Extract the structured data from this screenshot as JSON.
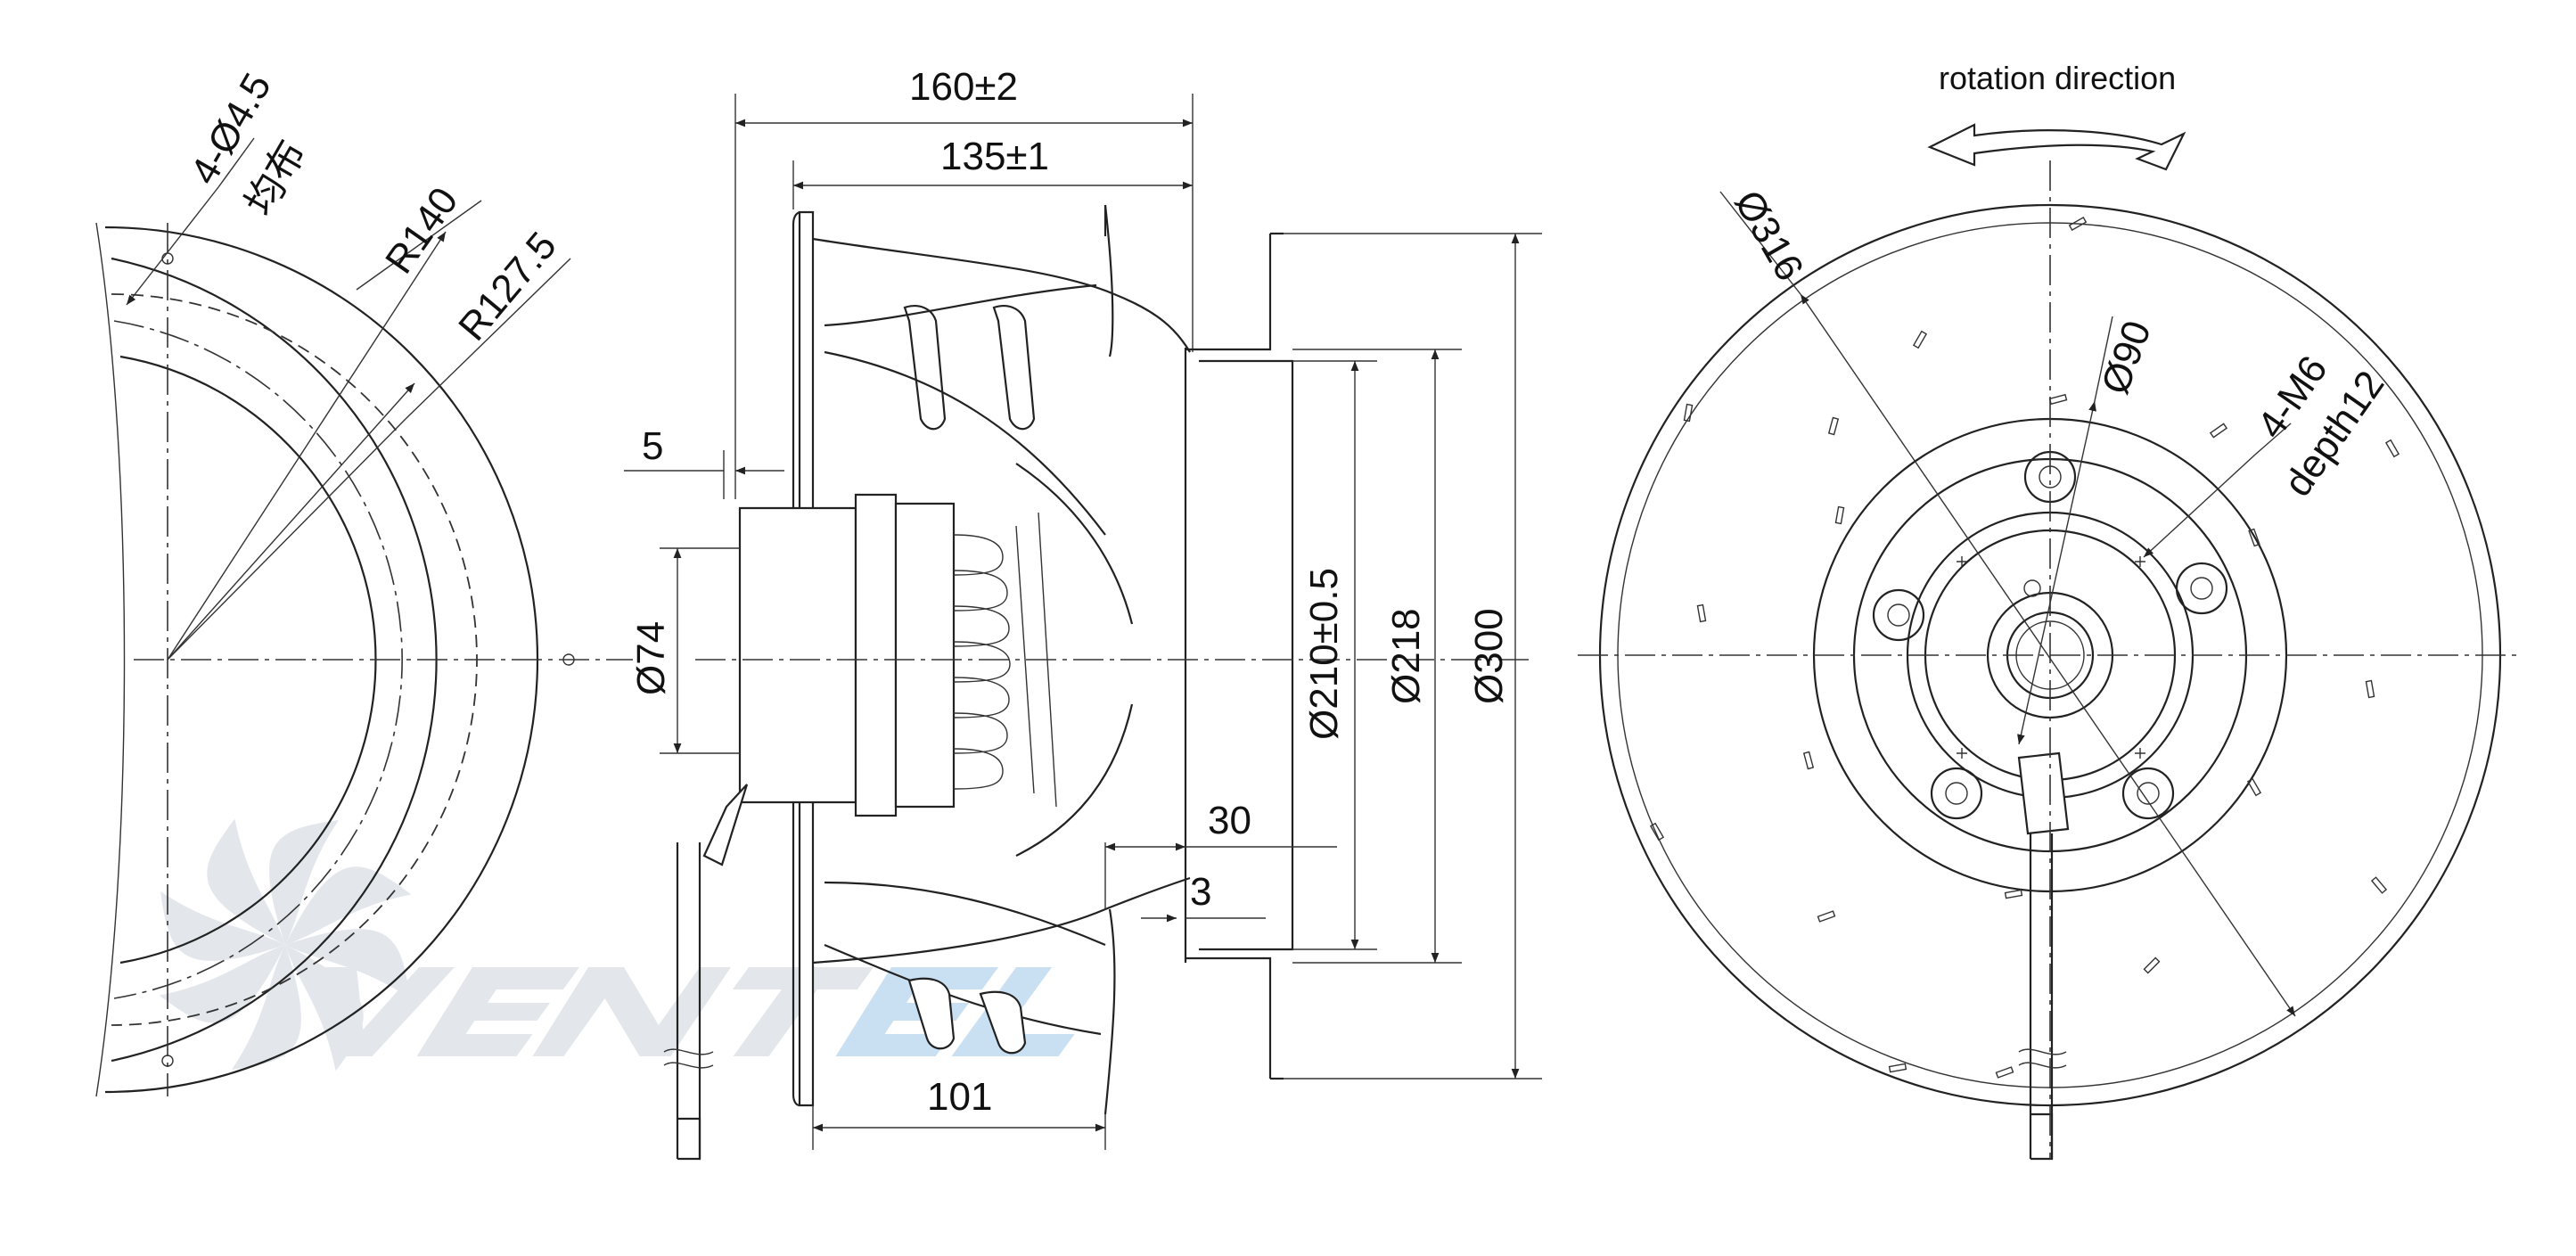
{
  "watermark": {
    "brand_text": "VENTEL"
  },
  "front_partial_view": {
    "dim_holes": "4-Ø4.5",
    "dim_holes_note": "均布",
    "dim_r140": "R140",
    "dim_r127": "R127.5"
  },
  "side_view": {
    "dim_160": "160±2",
    "dim_135": "135±1",
    "dim_5": "5",
    "dim_74": "Ø74",
    "dim_210": "Ø210±0.5",
    "dim_218": "Ø218",
    "dim_300": "Ø300",
    "dim_30": "30",
    "dim_3": "3",
    "dim_101": "101"
  },
  "rear_view": {
    "rotation_label": "rotation direction",
    "dim_316": "Ø316",
    "dim_90": "Ø90",
    "dim_m6": "4-M6",
    "dim_depth": "depth12"
  },
  "colors": {
    "line": "#222222",
    "watermark_grey": "#e3e7ec",
    "watermark_blue": "#c9dff2"
  }
}
